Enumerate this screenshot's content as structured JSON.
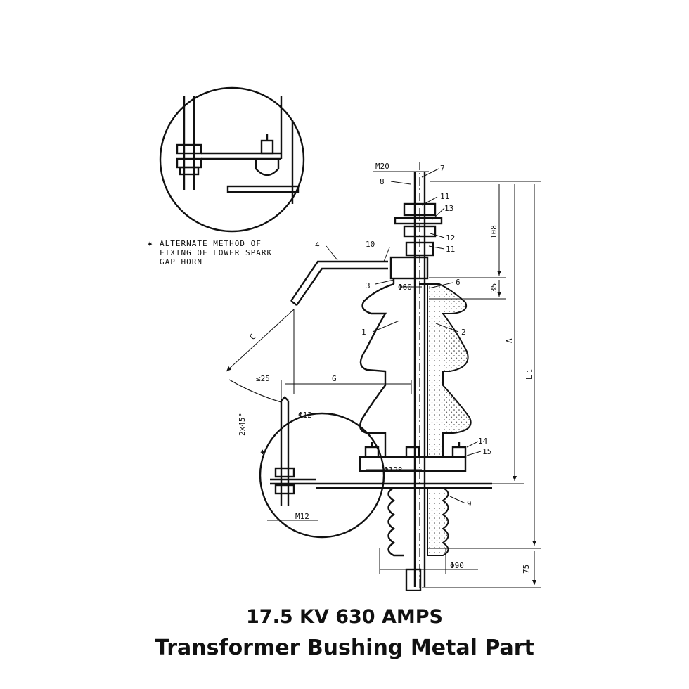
{
  "diagram": {
    "note_star": "✱",
    "note_lines": [
      "ALTERNATE METHOD OF",
      "FIXING OF LOWER SPARK",
      "GAP HORN"
    ],
    "part_numbers": {
      "p1": "1",
      "p2": "2",
      "p3": "3",
      "p4": "4",
      "p6": "6",
      "p7": "7",
      "p8": "8",
      "p9": "9",
      "p10": "10",
      "p11a": "11",
      "p11b": "11",
      "p12": "12",
      "p13": "13",
      "p14": "14",
      "p15": "15"
    },
    "dimensions": {
      "m20": "M20",
      "d108": "108",
      "d35": "35",
      "phi60": "Φ60",
      "a": "A",
      "l1": "L",
      "l1_sub": "1",
      "c": "C",
      "le25": "≤25",
      "g": "G",
      "chamfer": "2x45°",
      "phi12": "Φ12",
      "phi128": "Φ128",
      "m12": "M12",
      "phi90": "Φ90",
      "d75": "75",
      "star": "✱"
    }
  },
  "caption": {
    "line1": "17.5 KV 630 AMPS",
    "line2": "Transformer Bushing Metal Part"
  }
}
